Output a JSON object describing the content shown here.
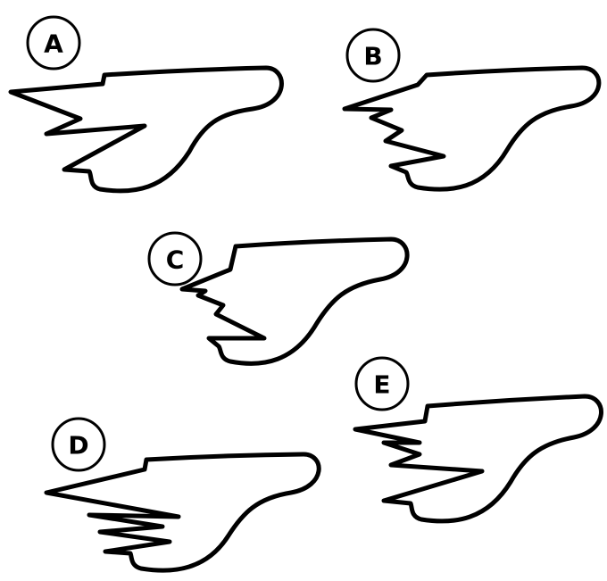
{
  "colors": {
    "stroke": "#000000",
    "fill": "#ffffff",
    "background": "#ffffff"
  },
  "options": [
    {
      "letter": "A"
    },
    {
      "letter": "B"
    },
    {
      "letter": "C"
    },
    {
      "letter": "D"
    },
    {
      "letter": "E"
    }
  ]
}
